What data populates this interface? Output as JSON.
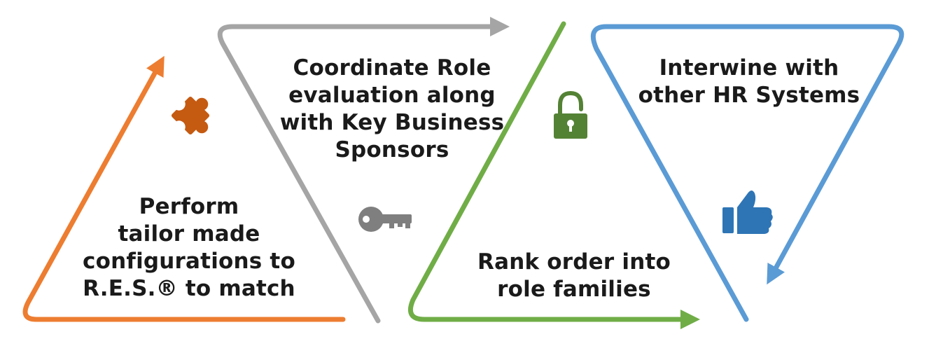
{
  "colors": {
    "orange": "#ED7D31",
    "gray": "#A5A5A5",
    "green": "#70AD47",
    "blue": "#5B9BD5",
    "puzzle": "#C55A11",
    "lock": "#548235",
    "key": "#7F7F7F",
    "thumb": "#2E75B6"
  },
  "icons": [
    "puzzle-icon",
    "padlock-icon",
    "key-icon",
    "thumbs-up-icon"
  ],
  "steps": [
    {
      "color": "orange",
      "lines": [
        "Perform",
        "tailor made",
        "configurations to",
        "R.E.S.® to match"
      ]
    },
    {
      "color": "gray",
      "lines": [
        "Coordinate Role",
        "evaluation along",
        "with Key Business",
        "Sponsors"
      ]
    },
    {
      "color": "green",
      "lines": [
        "Rank order into",
        "role families"
      ]
    },
    {
      "color": "blue",
      "lines": [
        "Interwine with",
        "other HR Systems"
      ]
    }
  ]
}
